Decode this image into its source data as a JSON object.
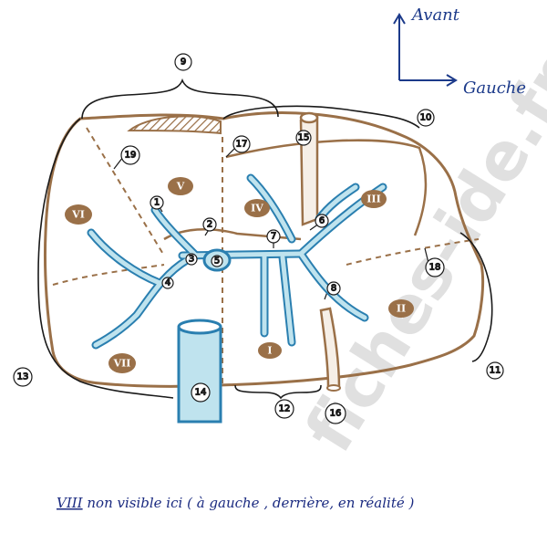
{
  "watermark": "fiches-ide.fr",
  "orientation": {
    "front": "Avant",
    "left": "Gauche"
  },
  "caption": {
    "roman": "VIII",
    "rest": " non visible ici ( à gauche , derrière, en réalité )"
  },
  "segments": [
    "I",
    "II",
    "III",
    "IV",
    "V",
    "VI",
    "VII"
  ],
  "labels": [
    "1",
    "2",
    "3",
    "4",
    "5",
    "6",
    "7",
    "8",
    "9",
    "10",
    "11",
    "12",
    "13",
    "14",
    "15",
    "16",
    "17",
    "18",
    "19"
  ],
  "colors": {
    "liver": "#9a7048",
    "vessel": "#2a7fb0",
    "vessel_fill": "#bfe3ee",
    "ink": "#1a1a1a"
  }
}
